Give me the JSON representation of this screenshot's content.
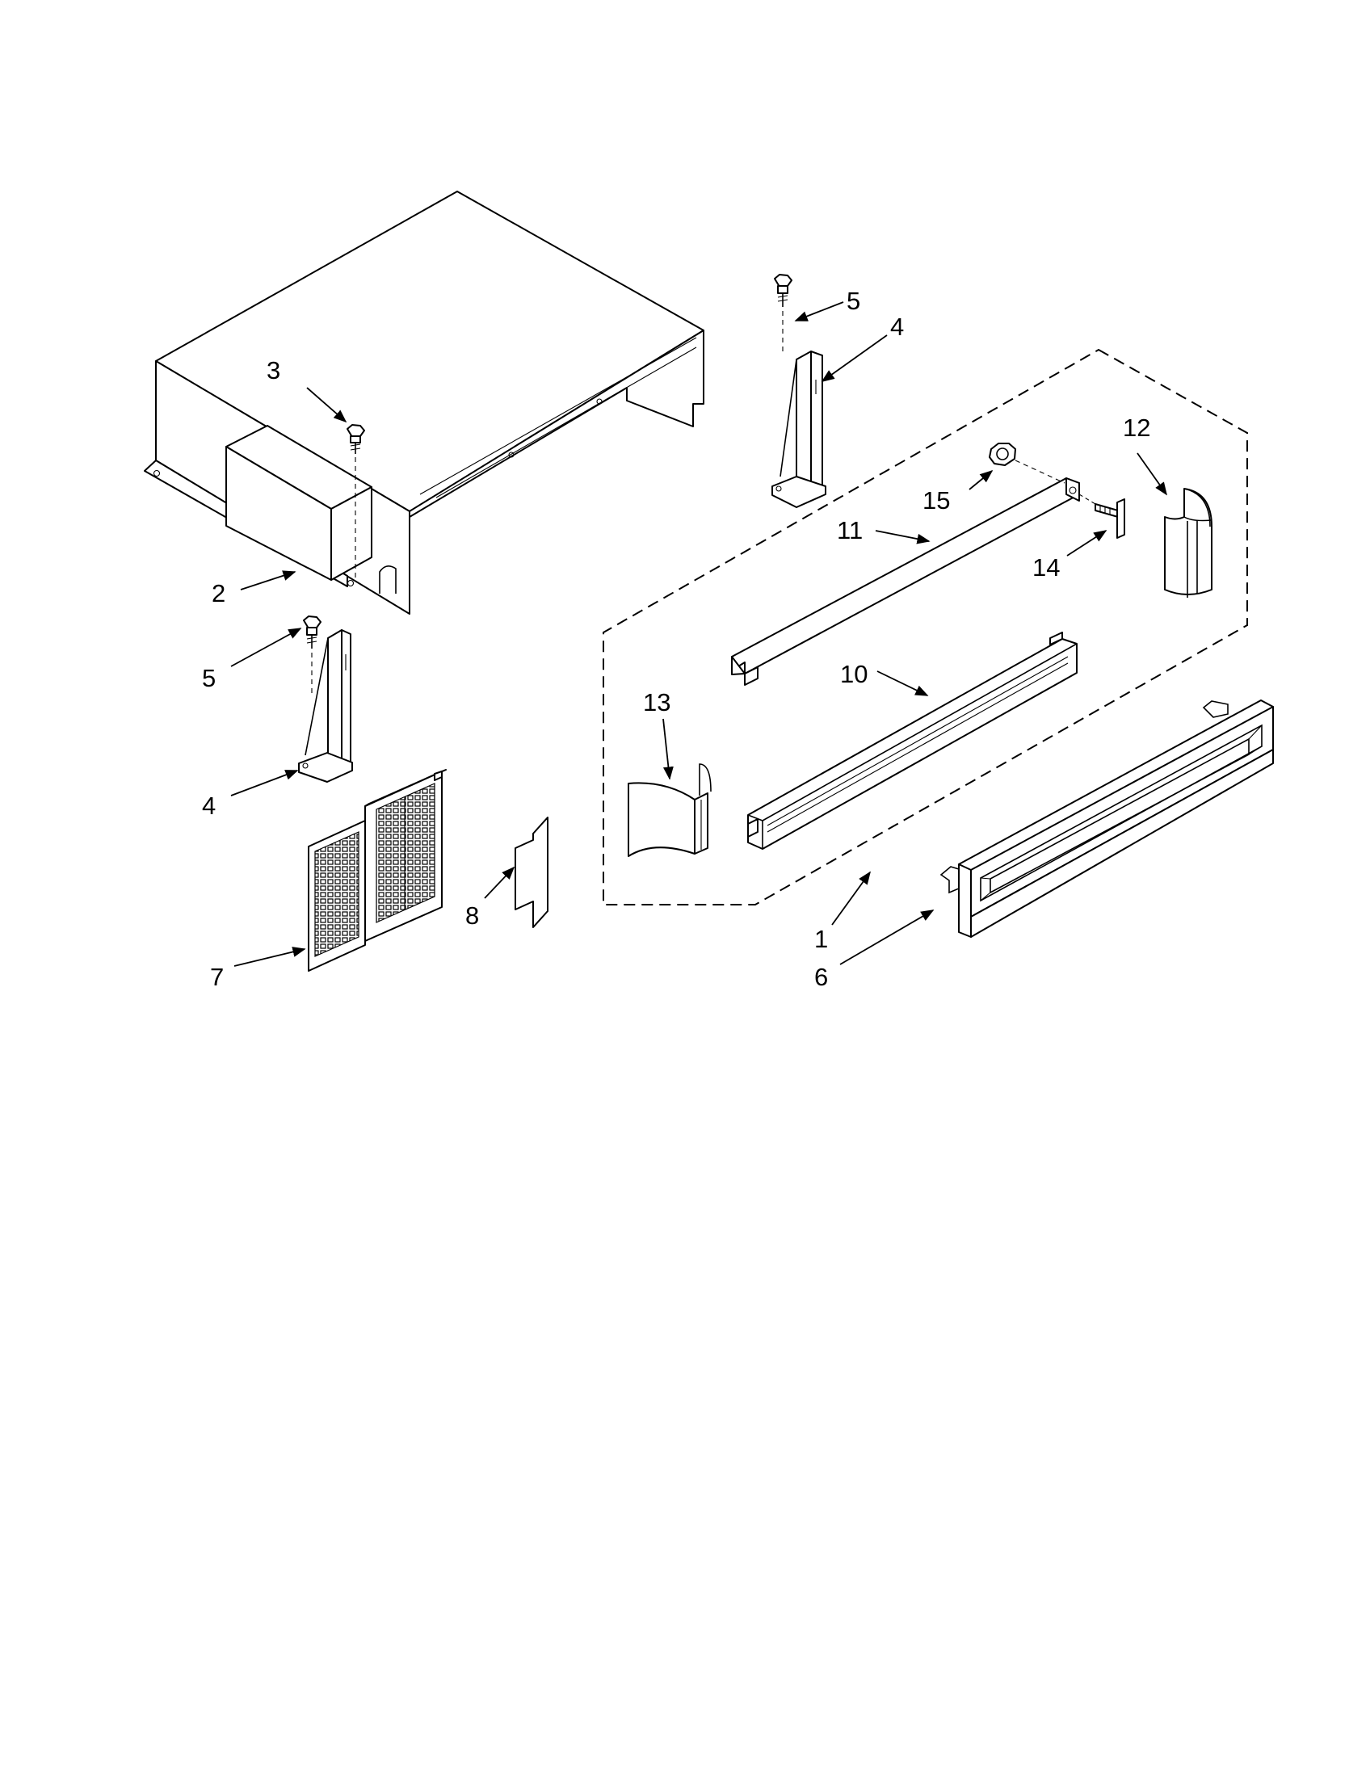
{
  "callouts": [
    {
      "id": "c1",
      "label": "1"
    },
    {
      "id": "c2",
      "label": "2"
    },
    {
      "id": "c3",
      "label": "3"
    },
    {
      "id": "c4a",
      "label": "4"
    },
    {
      "id": "c4b",
      "label": "4"
    },
    {
      "id": "c5a",
      "label": "5"
    },
    {
      "id": "c5b",
      "label": "5"
    },
    {
      "id": "c6",
      "label": "6"
    },
    {
      "id": "c7",
      "label": "7"
    },
    {
      "id": "c8",
      "label": "8"
    },
    {
      "id": "c10",
      "label": "10"
    },
    {
      "id": "c11",
      "label": "11"
    },
    {
      "id": "c12",
      "label": "12"
    },
    {
      "id": "c13",
      "label": "13"
    },
    {
      "id": "c14",
      "label": "14"
    },
    {
      "id": "c15",
      "label": "15"
    }
  ],
  "colors": {
    "line": "#000000",
    "background": "#ffffff"
  }
}
